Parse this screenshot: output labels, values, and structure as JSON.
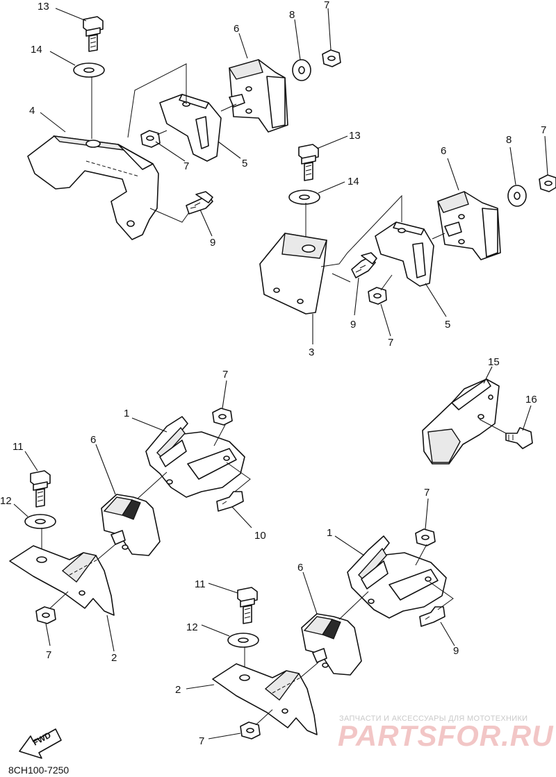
{
  "diagram_code": "8CH100-7250",
  "fwd_label": "FWD",
  "watermark": {
    "tagline": "ЗАПЧАСТИ И АКСЕССУАРЫ ДЛЯ МОТОТЕХНИКИ",
    "logo": "PARTSFOR.RU"
  },
  "callouts": [
    {
      "id": "c13a",
      "label": "13"
    },
    {
      "id": "c14a",
      "label": "14"
    },
    {
      "id": "c4",
      "label": "4"
    },
    {
      "id": "c6a",
      "label": "6"
    },
    {
      "id": "c8a",
      "label": "8"
    },
    {
      "id": "c7a",
      "label": "7"
    },
    {
      "id": "c7b",
      "label": "7"
    },
    {
      "id": "c5a",
      "label": "5"
    },
    {
      "id": "c9a",
      "label": "9"
    },
    {
      "id": "c13b",
      "label": "13"
    },
    {
      "id": "c14b",
      "label": "14"
    },
    {
      "id": "c6b",
      "label": "6"
    },
    {
      "id": "c8b",
      "label": "8"
    },
    {
      "id": "c7c",
      "label": "7"
    },
    {
      "id": "c9b",
      "label": "9"
    },
    {
      "id": "c7d",
      "label": "7"
    },
    {
      "id": "c5b",
      "label": "5"
    },
    {
      "id": "c3",
      "label": "3"
    },
    {
      "id": "c15",
      "label": "15"
    },
    {
      "id": "c16",
      "label": "16"
    },
    {
      "id": "c7e",
      "label": "7"
    },
    {
      "id": "c1a",
      "label": "1"
    },
    {
      "id": "c6c",
      "label": "6"
    },
    {
      "id": "c11a",
      "label": "11"
    },
    {
      "id": "c12a",
      "label": "12"
    },
    {
      "id": "c10",
      "label": "10"
    },
    {
      "id": "c7f",
      "label": "7"
    },
    {
      "id": "c2a",
      "label": "2"
    },
    {
      "id": "c7g",
      "label": "7"
    },
    {
      "id": "c1b",
      "label": "1"
    },
    {
      "id": "c6d",
      "label": "6"
    },
    {
      "id": "c11b",
      "label": "11"
    },
    {
      "id": "c12b",
      "label": "12"
    },
    {
      "id": "c9c",
      "label": "9"
    },
    {
      "id": "c2b",
      "label": "2"
    },
    {
      "id": "c7h",
      "label": "7"
    }
  ]
}
